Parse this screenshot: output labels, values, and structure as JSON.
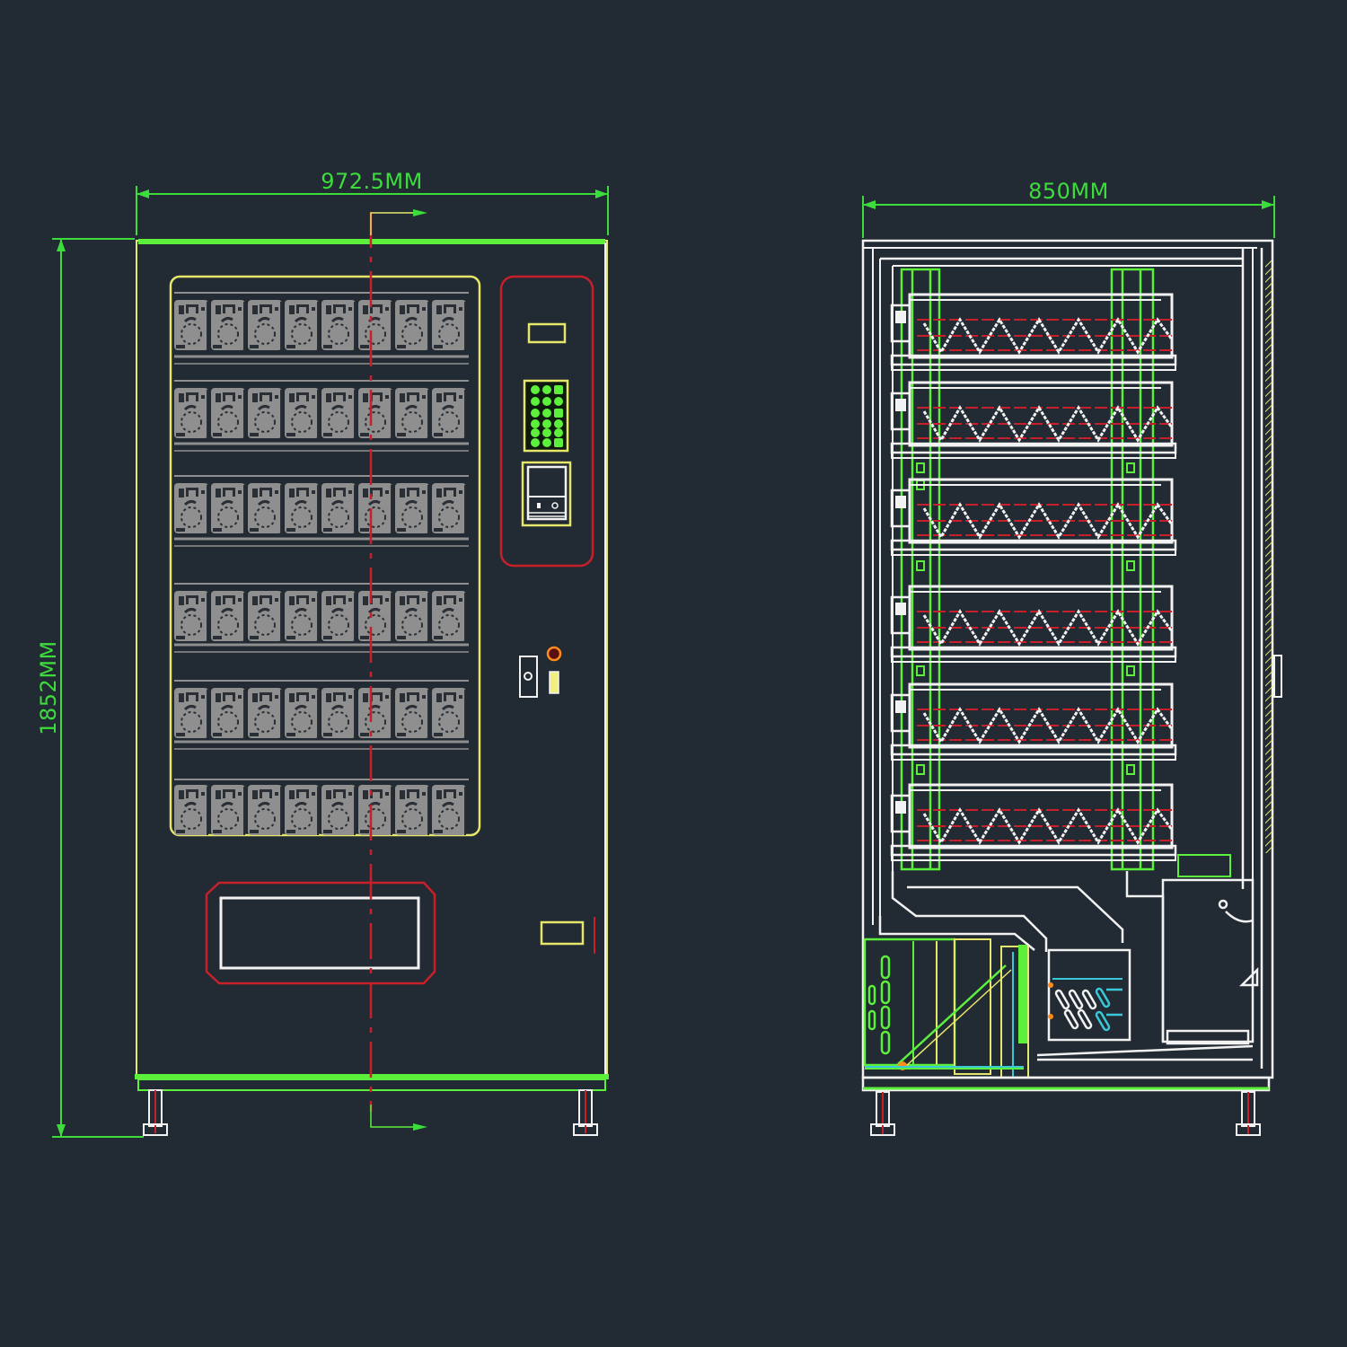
{
  "drawing": {
    "background": "#222a33",
    "colors": {
      "dimension": "#3ddc3d",
      "outline_green": "#5cf03c",
      "yellow": "#e6e66a",
      "red": "#c8202a",
      "white": "#f2f2f2",
      "gray_product": "#8f8f8f",
      "cyan": "#38c8d8",
      "orange": "#ff8c1a"
    }
  },
  "front_view": {
    "name": "Front elevation",
    "width_label": "972.5MM",
    "height_label": "1852MM",
    "product_rows": 6,
    "products_per_row": 8,
    "components": [
      "glass-display-window",
      "control-panel",
      "price-display",
      "keypad",
      "bill-acceptor",
      "coin-slot",
      "coin-return-button",
      "lock",
      "delivery-port",
      "coin-return-cup",
      "leveling-feet"
    ]
  },
  "side_view": {
    "name": "Side section",
    "depth_label": "850MM",
    "spiral_trays": 6,
    "components": [
      "spiral-tray",
      "tray-rail",
      "refrigeration-unit",
      "condenser",
      "evaporator",
      "delivery-bin",
      "door",
      "leveling-feet"
    ]
  },
  "section_marker": {
    "symbol": "section-cut-arrow"
  }
}
